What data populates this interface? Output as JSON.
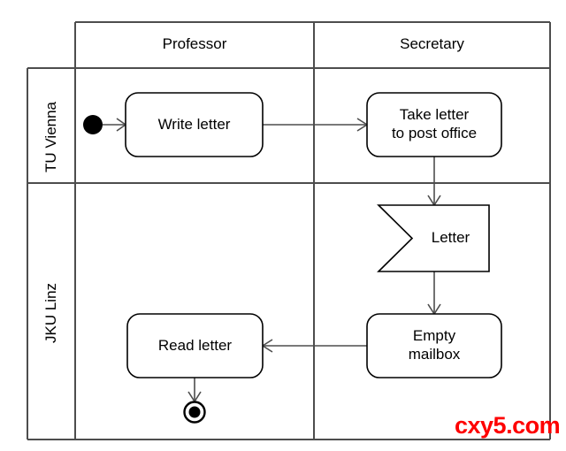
{
  "diagram": {
    "type": "uml-activity-diagram",
    "title": "",
    "columns": [
      {
        "id": "professor",
        "label": "Professor"
      },
      {
        "id": "secretary",
        "label": "Secretary"
      }
    ],
    "partitions": [
      {
        "id": "tu-vienna",
        "label": "TU Vienna"
      },
      {
        "id": "jku-linz",
        "label": "JKU Linz"
      }
    ],
    "nodes": [
      {
        "id": "initial",
        "kind": "initial-node",
        "label": "",
        "column": "professor",
        "partition": "tu-vienna"
      },
      {
        "id": "write-letter",
        "kind": "action",
        "label": "Write letter",
        "column": "professor",
        "partition": "tu-vienna"
      },
      {
        "id": "take-letter",
        "kind": "action",
        "label": "Take letter\nto post office",
        "column": "secretary",
        "partition": "tu-vienna"
      },
      {
        "id": "letter",
        "kind": "signal-receipt",
        "label": "Letter",
        "column": "secretary",
        "partition": "jku-linz"
      },
      {
        "id": "empty-mailbox",
        "kind": "action",
        "label": "Empty\nmailbox",
        "column": "secretary",
        "partition": "jku-linz"
      },
      {
        "id": "read-letter",
        "kind": "action",
        "label": "Read letter",
        "column": "professor",
        "partition": "jku-linz"
      },
      {
        "id": "final",
        "kind": "final-node",
        "label": "",
        "column": "professor",
        "partition": "jku-linz"
      }
    ],
    "edges": [
      {
        "from": "initial",
        "to": "write-letter"
      },
      {
        "from": "write-letter",
        "to": "take-letter"
      },
      {
        "from": "take-letter",
        "to": "letter"
      },
      {
        "from": "letter",
        "to": "empty-mailbox"
      },
      {
        "from": "empty-mailbox",
        "to": "read-letter"
      },
      {
        "from": "read-letter",
        "to": "final"
      }
    ],
    "colors": {
      "line": "#4d4d4d",
      "node_stroke": "#000000",
      "text": "#000000",
      "background": "#ffffff",
      "watermark": "#fe0000"
    }
  },
  "watermark": {
    "text": "cxy5.com"
  }
}
